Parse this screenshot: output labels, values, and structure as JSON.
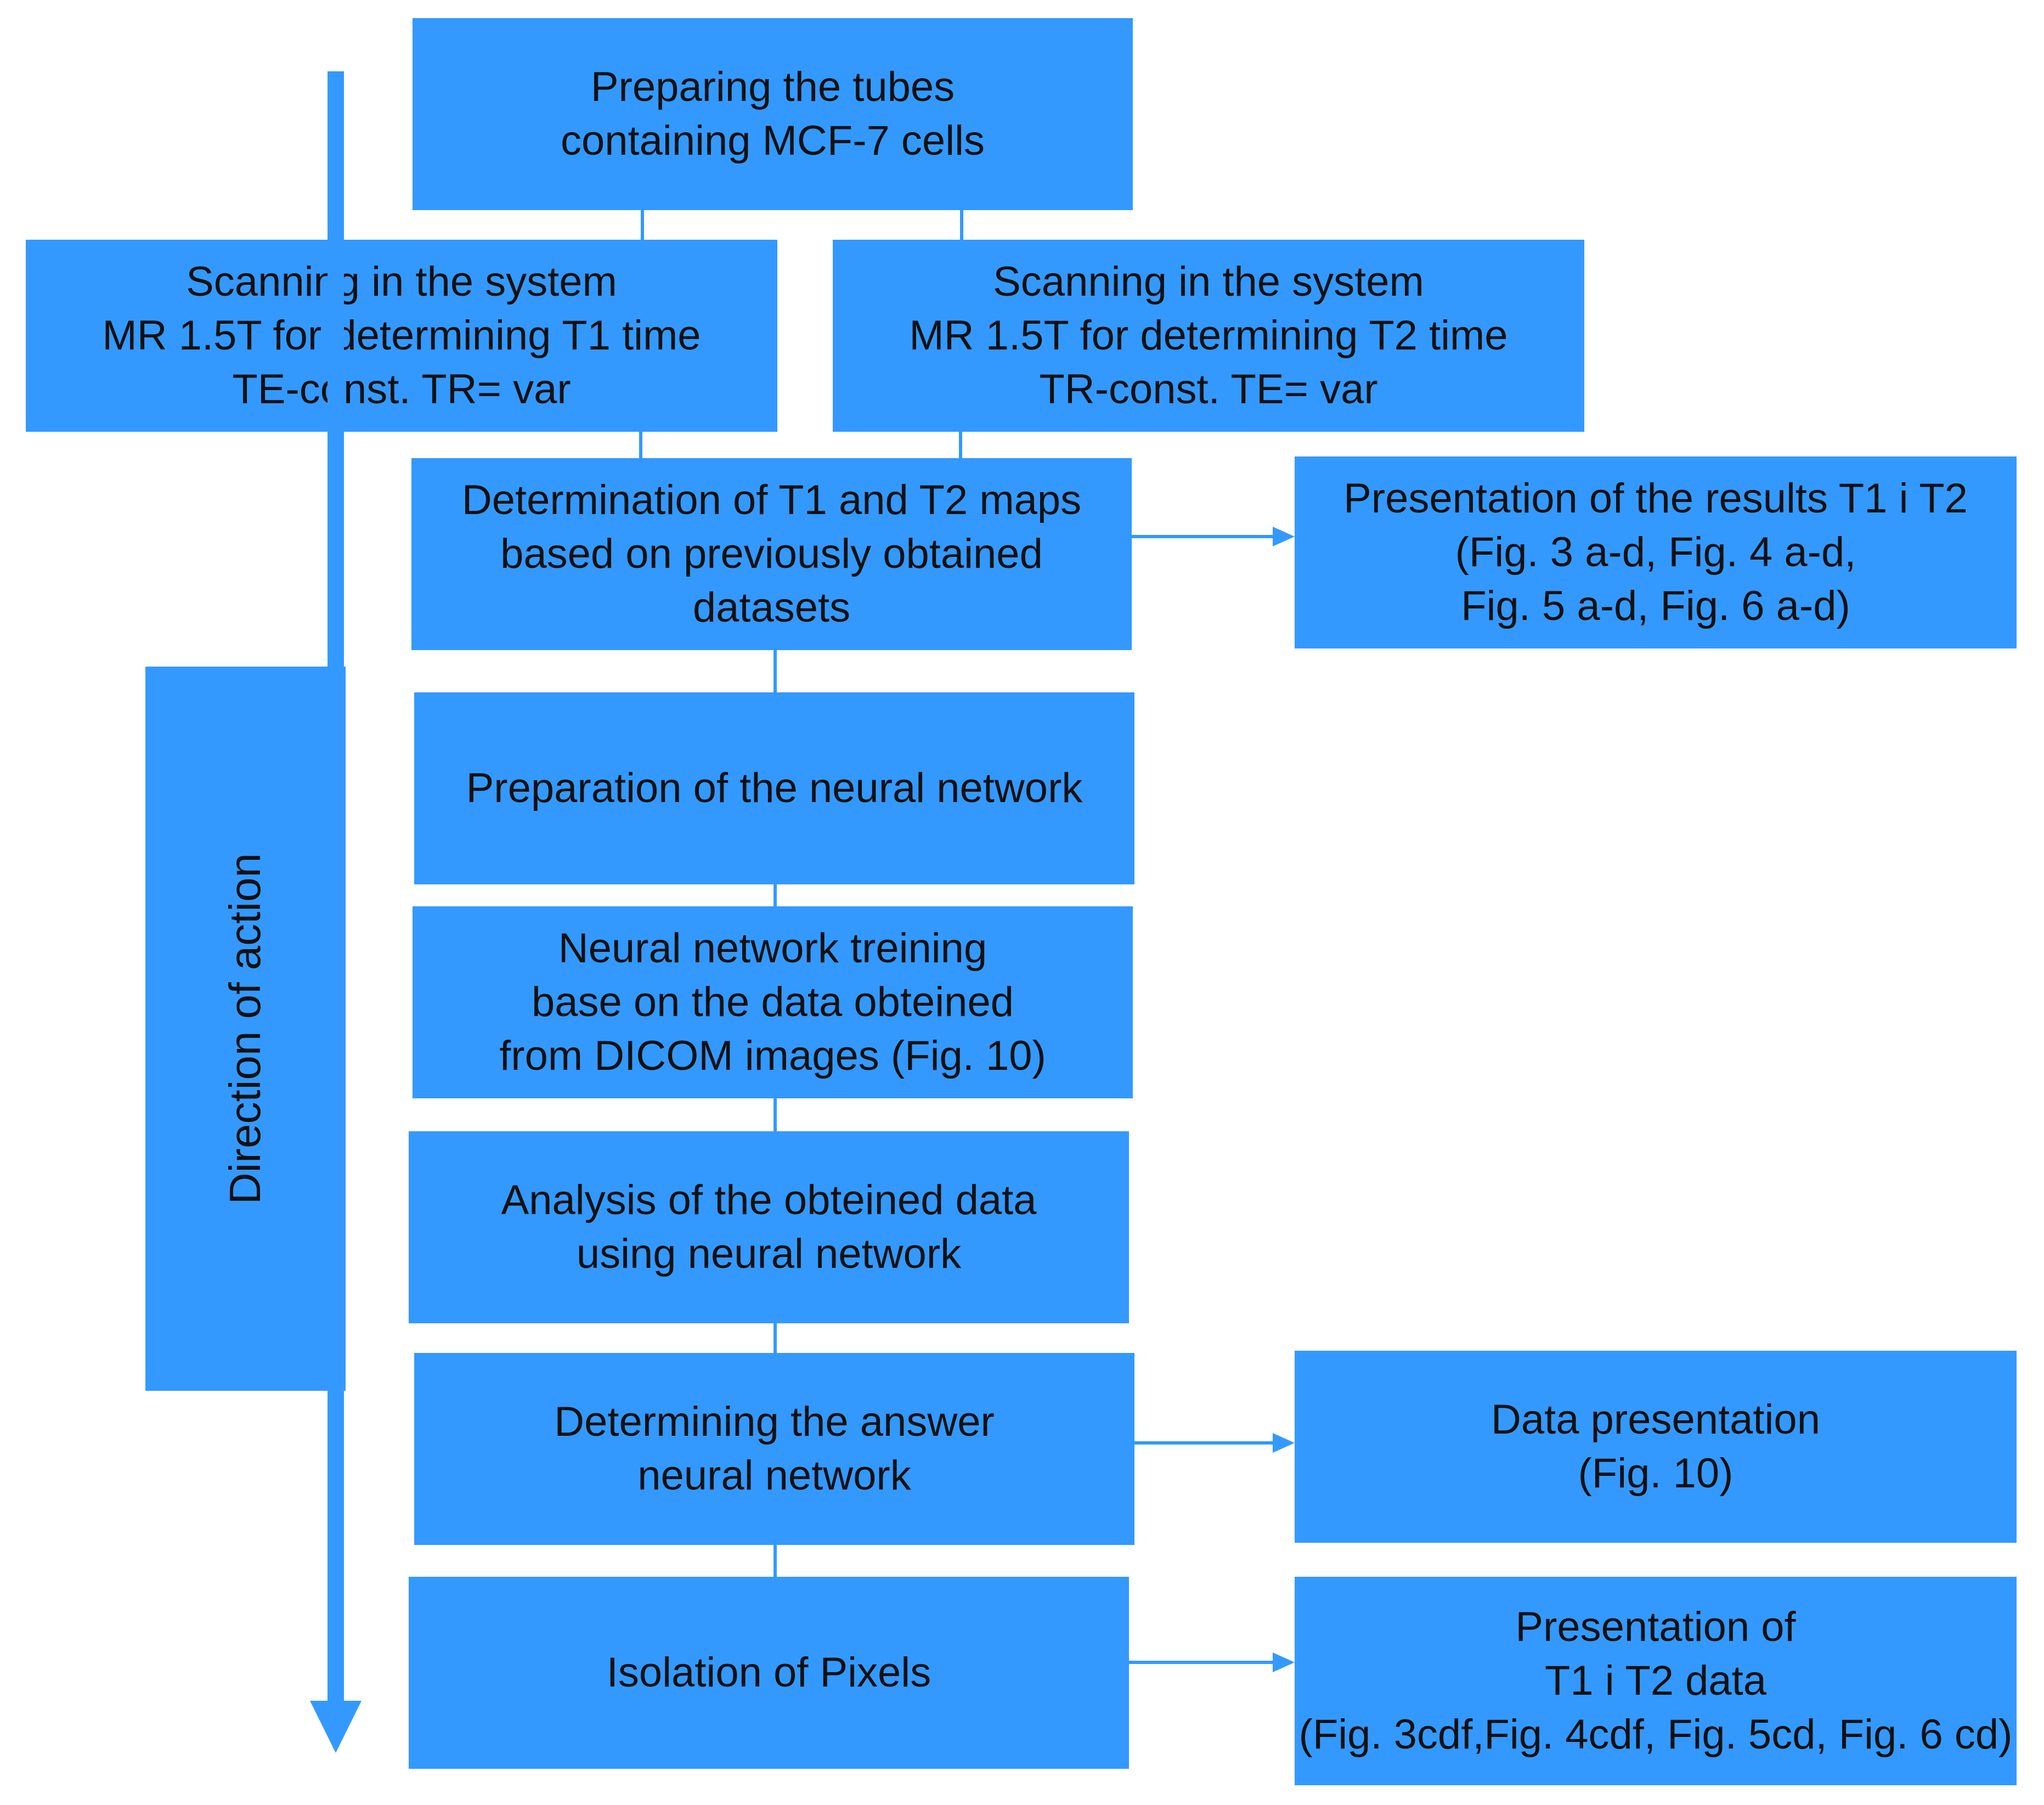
{
  "diagram": {
    "accent_color": "#3399FF",
    "direction_label": "Direction of action",
    "boxes": {
      "prepare_tubes": "Preparing the tubes\ncontaining MCF-7 cells",
      "scan_t1": "Scanning in the system\nMR 1.5T for determining T1 time\nTE-const. TR= var",
      "scan_t2": "Scanning in the system\nMR 1.5T for determining T2 time\nTR-const. TE= var",
      "maps": "Determination of T1 and T2 maps\nbased on previously obtained\ndatasets",
      "results": "Presentation of the results T1 i T2\n(Fig. 3 a-d, Fig. 4 a-d,\nFig. 5 a-d, Fig. 6 a-d)",
      "prep_nn": "Preparation of the neural network",
      "train_nn": "Neural network treining\nbase on the data obteined\nfrom DICOM images (Fig. 10)",
      "analysis": "Analysis of the obteined data\nusing neural network",
      "answer": "Determining the answer\nneural network",
      "data_presentation": "Data presentation\n(Fig. 10)",
      "isolation": "Isolation of Pixels",
      "pres_t1t2": "Presentation of\nT1 i T2 data\n(Fig. 3cdf,Fig. 4cdf, Fig. 5cd, Fig. 6 cd)"
    }
  }
}
